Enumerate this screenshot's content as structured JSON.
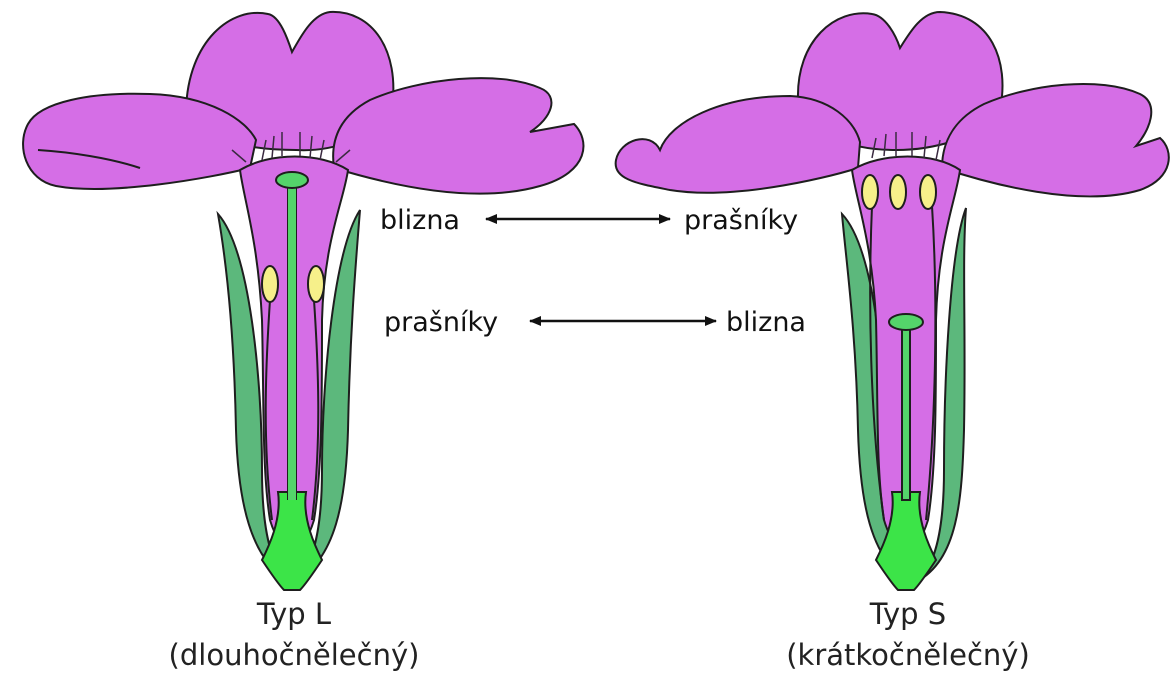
{
  "flowers": {
    "left": {
      "type_label": "Typ L",
      "subtitle": "(dlouhočnělečný)"
    },
    "right": {
      "type_label": "Typ S",
      "subtitle": "(krátkočnělečný)"
    }
  },
  "labels": {
    "row1_left": "blizna",
    "row1_right": "prašníky",
    "row2_left": "prašníky",
    "row2_right": "blizna"
  },
  "colors": {
    "petal": "#d56ee6",
    "sepal": "#5cb87c",
    "stem": "#3ce448",
    "anther": "#f6f08a",
    "stigma": "#54d46a",
    "outline": "#1e1e1e"
  }
}
